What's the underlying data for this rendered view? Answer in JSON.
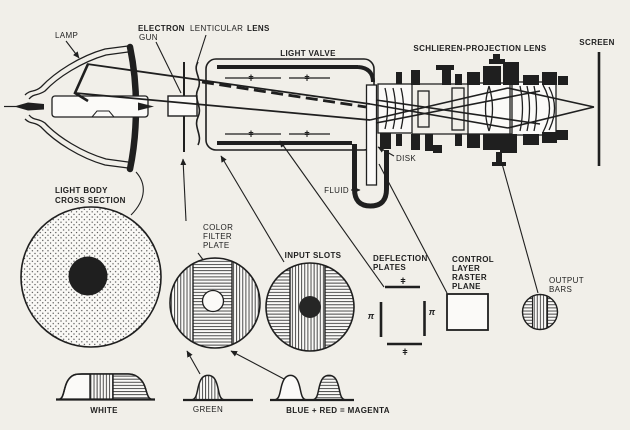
{
  "colors": {
    "ink": "#1f1f1f",
    "background": "#f1efe9",
    "paper": "#fbfaf8"
  },
  "labels": {
    "lamp": "LAMP",
    "electron": "ELECTRON",
    "gun": "GUN",
    "lenticular": "LENTICULAR",
    "lens": "LENS",
    "light_valve": "LIGHT VALVE",
    "schlieren": "SCHLIEREN-PROJECTION LENS",
    "screen": "SCREEN",
    "disk": "DISK",
    "fluid": "FLUID",
    "light_body": [
      "LIGHT BODY",
      "CROSS SECTION"
    ],
    "color_filter": [
      "COLOR",
      "FILTER",
      "PLATE"
    ],
    "input_slots": "INPUT SLOTS",
    "deflection": [
      "DEFLECTION",
      "PLATES"
    ],
    "control": [
      "CONTROL",
      "LAYER",
      "RASTER",
      "PLANE"
    ],
    "output": [
      "OUTPUT",
      "BARS"
    ],
    "white": "WHITE",
    "green": "GREEN",
    "magenta": "BLUE + RED = MAGENTA"
  },
  "symbols": {
    "frequency": "ǂ",
    "pi": "π"
  }
}
